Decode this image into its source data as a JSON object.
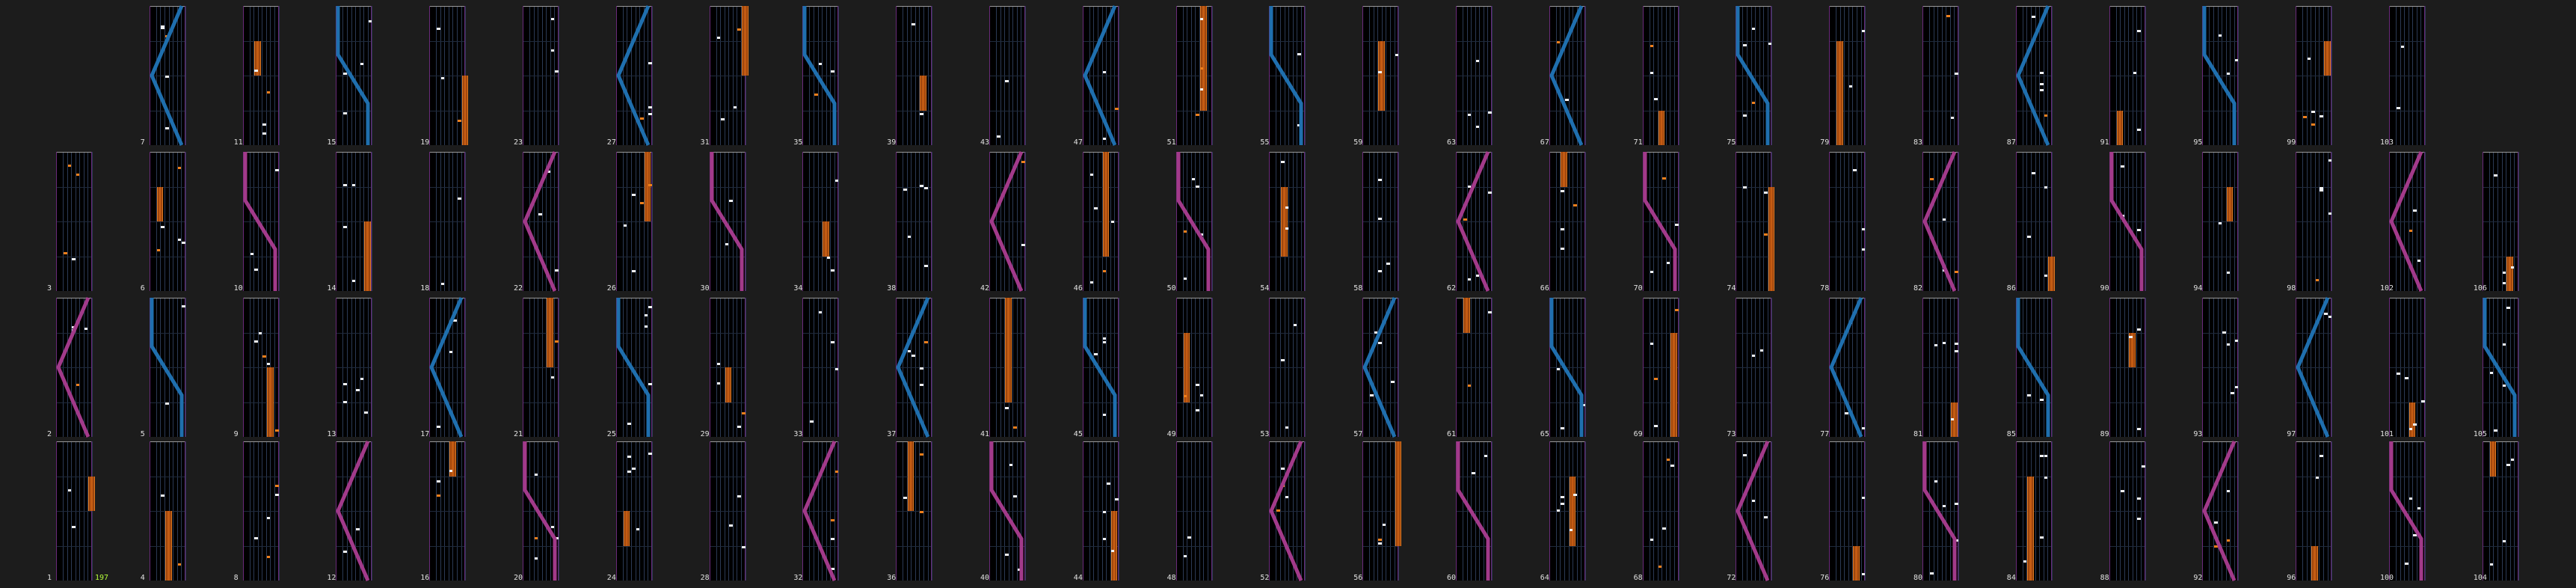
{
  "colors": {
    "background": "#1c1c1c",
    "lane": "#000000",
    "note": "#f2f2f2",
    "long_note": "#c95f14",
    "scratch_blue": "#1f6fae",
    "scratch_pink": "#a23a8a",
    "bpm_label": "#b6ff3a"
  },
  "bpm_label": "197",
  "measures": [
    {
      "n": "1",
      "notes": [],
      "longs": [],
      "scratch": []
    },
    {
      "n": "2",
      "notes": [],
      "longs": [],
      "scratch": []
    },
    {
      "n": "3",
      "notes": [],
      "longs": [],
      "scratch": []
    },
    {
      "n": "4",
      "notes": [],
      "longs": [],
      "scratch": []
    },
    {
      "n": "5",
      "notes": [],
      "longs": [],
      "scratch": []
    },
    {
      "n": "6",
      "notes": [],
      "longs": [],
      "scratch": []
    },
    {
      "n": "7",
      "notes": [],
      "longs": [],
      "scratch": []
    },
    {
      "n": "8",
      "notes": [],
      "longs": [],
      "scratch": []
    },
    {
      "n": "9",
      "notes": [],
      "longs": [],
      "scratch": []
    },
    {
      "n": "10",
      "notes": [],
      "longs": [],
      "scratch": []
    },
    {
      "n": "11",
      "notes": [],
      "longs": [],
      "scratch": []
    },
    {
      "n": "12",
      "notes": [],
      "longs": [],
      "scratch": []
    },
    {
      "n": "13",
      "notes": [],
      "longs": [],
      "scratch": []
    },
    {
      "n": "14",
      "notes": [],
      "longs": [],
      "scratch": []
    },
    {
      "n": "15",
      "notes": [],
      "longs": [],
      "scratch": []
    },
    {
      "n": "16",
      "notes": [],
      "longs": [],
      "scratch": []
    },
    {
      "n": "17",
      "notes": [],
      "longs": [],
      "scratch": []
    },
    {
      "n": "18",
      "notes": [],
      "longs": [],
      "scratch": []
    },
    {
      "n": "19",
      "notes": [],
      "longs": [],
      "scratch": []
    },
    {
      "n": "20",
      "notes": [],
      "longs": [],
      "scratch": []
    },
    {
      "n": "21",
      "notes": [],
      "longs": [],
      "scratch": []
    },
    {
      "n": "22",
      "notes": [],
      "longs": [],
      "scratch": []
    },
    {
      "n": "23",
      "notes": [],
      "longs": [],
      "scratch": []
    },
    {
      "n": "24",
      "notes": [],
      "longs": [],
      "scratch": []
    },
    {
      "n": "25",
      "notes": [],
      "longs": [],
      "scratch": []
    },
    {
      "n": "26",
      "notes": [],
      "longs": [],
      "scratch": []
    },
    {
      "n": "27",
      "notes": [],
      "longs": [],
      "scratch": []
    },
    {
      "n": "28",
      "notes": [],
      "longs": [],
      "scratch": []
    },
    {
      "n": "29",
      "notes": [],
      "longs": [],
      "scratch": []
    },
    {
      "n": "30",
      "notes": [],
      "longs": [],
      "scratch": []
    },
    {
      "n": "31",
      "notes": [],
      "longs": [],
      "scratch": []
    },
    {
      "n": "32",
      "notes": [],
      "longs": [],
      "scratch": []
    },
    {
      "n": "33",
      "notes": [],
      "longs": [],
      "scratch": []
    },
    {
      "n": "34",
      "notes": [],
      "longs": [],
      "scratch": []
    },
    {
      "n": "35",
      "notes": [],
      "longs": [],
      "scratch": []
    },
    {
      "n": "36",
      "notes": [],
      "longs": [],
      "scratch": []
    },
    {
      "n": "37",
      "notes": [],
      "longs": [],
      "scratch": []
    },
    {
      "n": "38",
      "notes": [],
      "longs": [],
      "scratch": []
    },
    {
      "n": "39",
      "notes": [],
      "longs": [],
      "scratch": []
    },
    {
      "n": "40",
      "notes": [],
      "longs": [],
      "scratch": []
    },
    {
      "n": "41",
      "notes": [],
      "longs": [],
      "scratch": []
    },
    {
      "n": "42",
      "notes": [],
      "longs": [],
      "scratch": []
    },
    {
      "n": "43",
      "notes": [],
      "longs": [],
      "scratch": []
    },
    {
      "n": "44",
      "notes": [],
      "longs": [],
      "scratch": []
    },
    {
      "n": "45",
      "notes": [],
      "longs": [],
      "scratch": []
    },
    {
      "n": "46",
      "notes": [],
      "longs": [],
      "scratch": []
    },
    {
      "n": "47",
      "notes": [],
      "longs": [],
      "scratch": []
    },
    {
      "n": "48",
      "notes": [],
      "longs": [],
      "scratch": []
    },
    {
      "n": "49",
      "notes": [],
      "longs": [],
      "scratch": []
    },
    {
      "n": "50",
      "notes": [],
      "longs": [],
      "scratch": []
    },
    {
      "n": "51",
      "notes": [],
      "longs": [],
      "scratch": []
    },
    {
      "n": "52",
      "notes": [],
      "longs": [],
      "scratch": []
    },
    {
      "n": "53",
      "notes": [],
      "longs": [],
      "scratch": []
    },
    {
      "n": "54",
      "notes": [],
      "longs": [],
      "scratch": []
    },
    {
      "n": "55",
      "notes": [],
      "longs": [],
      "scratch": []
    },
    {
      "n": "56",
      "notes": [],
      "longs": [],
      "scratch": []
    },
    {
      "n": "57",
      "notes": [],
      "longs": [],
      "scratch": []
    },
    {
      "n": "58",
      "notes": [],
      "longs": [],
      "scratch": []
    },
    {
      "n": "59",
      "notes": [],
      "longs": [],
      "scratch": []
    },
    {
      "n": "60",
      "notes": [],
      "longs": [],
      "scratch": []
    },
    {
      "n": "61",
      "notes": [],
      "longs": [],
      "scratch": []
    },
    {
      "n": "62",
      "notes": [],
      "longs": [],
      "scratch": []
    },
    {
      "n": "63",
      "notes": [],
      "longs": [],
      "scratch": []
    },
    {
      "n": "64",
      "notes": [],
      "longs": [],
      "scratch": []
    },
    {
      "n": "65",
      "notes": [],
      "longs": [],
      "scratch": []
    },
    {
      "n": "66",
      "notes": [],
      "longs": [],
      "scratch": []
    },
    {
      "n": "67",
      "notes": [],
      "longs": [],
      "scratch": []
    },
    {
      "n": "68",
      "notes": [],
      "longs": [],
      "scratch": []
    },
    {
      "n": "69",
      "notes": [],
      "longs": [],
      "scratch": []
    },
    {
      "n": "70",
      "notes": [],
      "longs": [],
      "scratch": []
    },
    {
      "n": "71",
      "notes": [],
      "longs": [],
      "scratch": []
    },
    {
      "n": "72",
      "notes": [],
      "longs": [],
      "scratch": []
    },
    {
      "n": "73",
      "notes": [],
      "longs": [],
      "scratch": []
    },
    {
      "n": "74",
      "notes": [],
      "longs": [],
      "scratch": []
    },
    {
      "n": "75",
      "notes": [],
      "longs": [],
      "scratch": []
    },
    {
      "n": "76",
      "notes": [],
      "longs": [],
      "scratch": []
    },
    {
      "n": "77",
      "notes": [],
      "longs": [],
      "scratch": []
    },
    {
      "n": "78",
      "notes": [],
      "longs": [],
      "scratch": []
    },
    {
      "n": "79",
      "notes": [],
      "longs": [],
      "scratch": []
    },
    {
      "n": "80",
      "notes": [],
      "longs": [],
      "scratch": []
    },
    {
      "n": "81",
      "notes": [],
      "longs": [],
      "scratch": []
    },
    {
      "n": "82",
      "notes": [],
      "longs": [],
      "scratch": []
    },
    {
      "n": "83",
      "notes": [],
      "longs": [],
      "scratch": []
    },
    {
      "n": "84",
      "notes": [],
      "longs": [],
      "scratch": []
    },
    {
      "n": "85",
      "notes": [],
      "longs": [],
      "scratch": []
    },
    {
      "n": "86",
      "notes": [],
      "longs": [],
      "scratch": []
    },
    {
      "n": "87",
      "notes": [],
      "longs": [],
      "scratch": []
    },
    {
      "n": "88",
      "notes": [],
      "longs": [],
      "scratch": []
    },
    {
      "n": "89",
      "notes": [],
      "longs": [],
      "scratch": []
    },
    {
      "n": "90",
      "notes": [],
      "longs": [],
      "scratch": []
    },
    {
      "n": "91",
      "notes": [],
      "longs": [],
      "scratch": []
    },
    {
      "n": "92",
      "notes": [],
      "longs": [],
      "scratch": []
    },
    {
      "n": "93",
      "notes": [],
      "longs": [],
      "scratch": []
    },
    {
      "n": "94",
      "notes": [],
      "longs": [],
      "scratch": []
    },
    {
      "n": "95",
      "notes": [],
      "longs": [],
      "scratch": []
    },
    {
      "n": "96",
      "notes": [],
      "longs": [],
      "scratch": []
    },
    {
      "n": "97",
      "notes": [],
      "longs": [],
      "scratch": []
    },
    {
      "n": "98",
      "notes": [],
      "longs": [],
      "scratch": []
    },
    {
      "n": "99",
      "notes": [],
      "longs": [],
      "scratch": []
    },
    {
      "n": "100",
      "notes": [],
      "longs": [],
      "scratch": []
    },
    {
      "n": "101",
      "notes": [],
      "longs": [],
      "scratch": []
    },
    {
      "n": "102",
      "notes": [],
      "longs": [],
      "scratch": []
    },
    {
      "n": "103",
      "notes": [],
      "longs": [],
      "scratch": []
    },
    {
      "n": "104",
      "notes": [],
      "longs": [],
      "scratch": []
    },
    {
      "n": "105",
      "notes": [],
      "longs": [],
      "scratch": []
    },
    {
      "n": "106",
      "notes": [],
      "longs": [],
      "scratch": []
    }
  ]
}
